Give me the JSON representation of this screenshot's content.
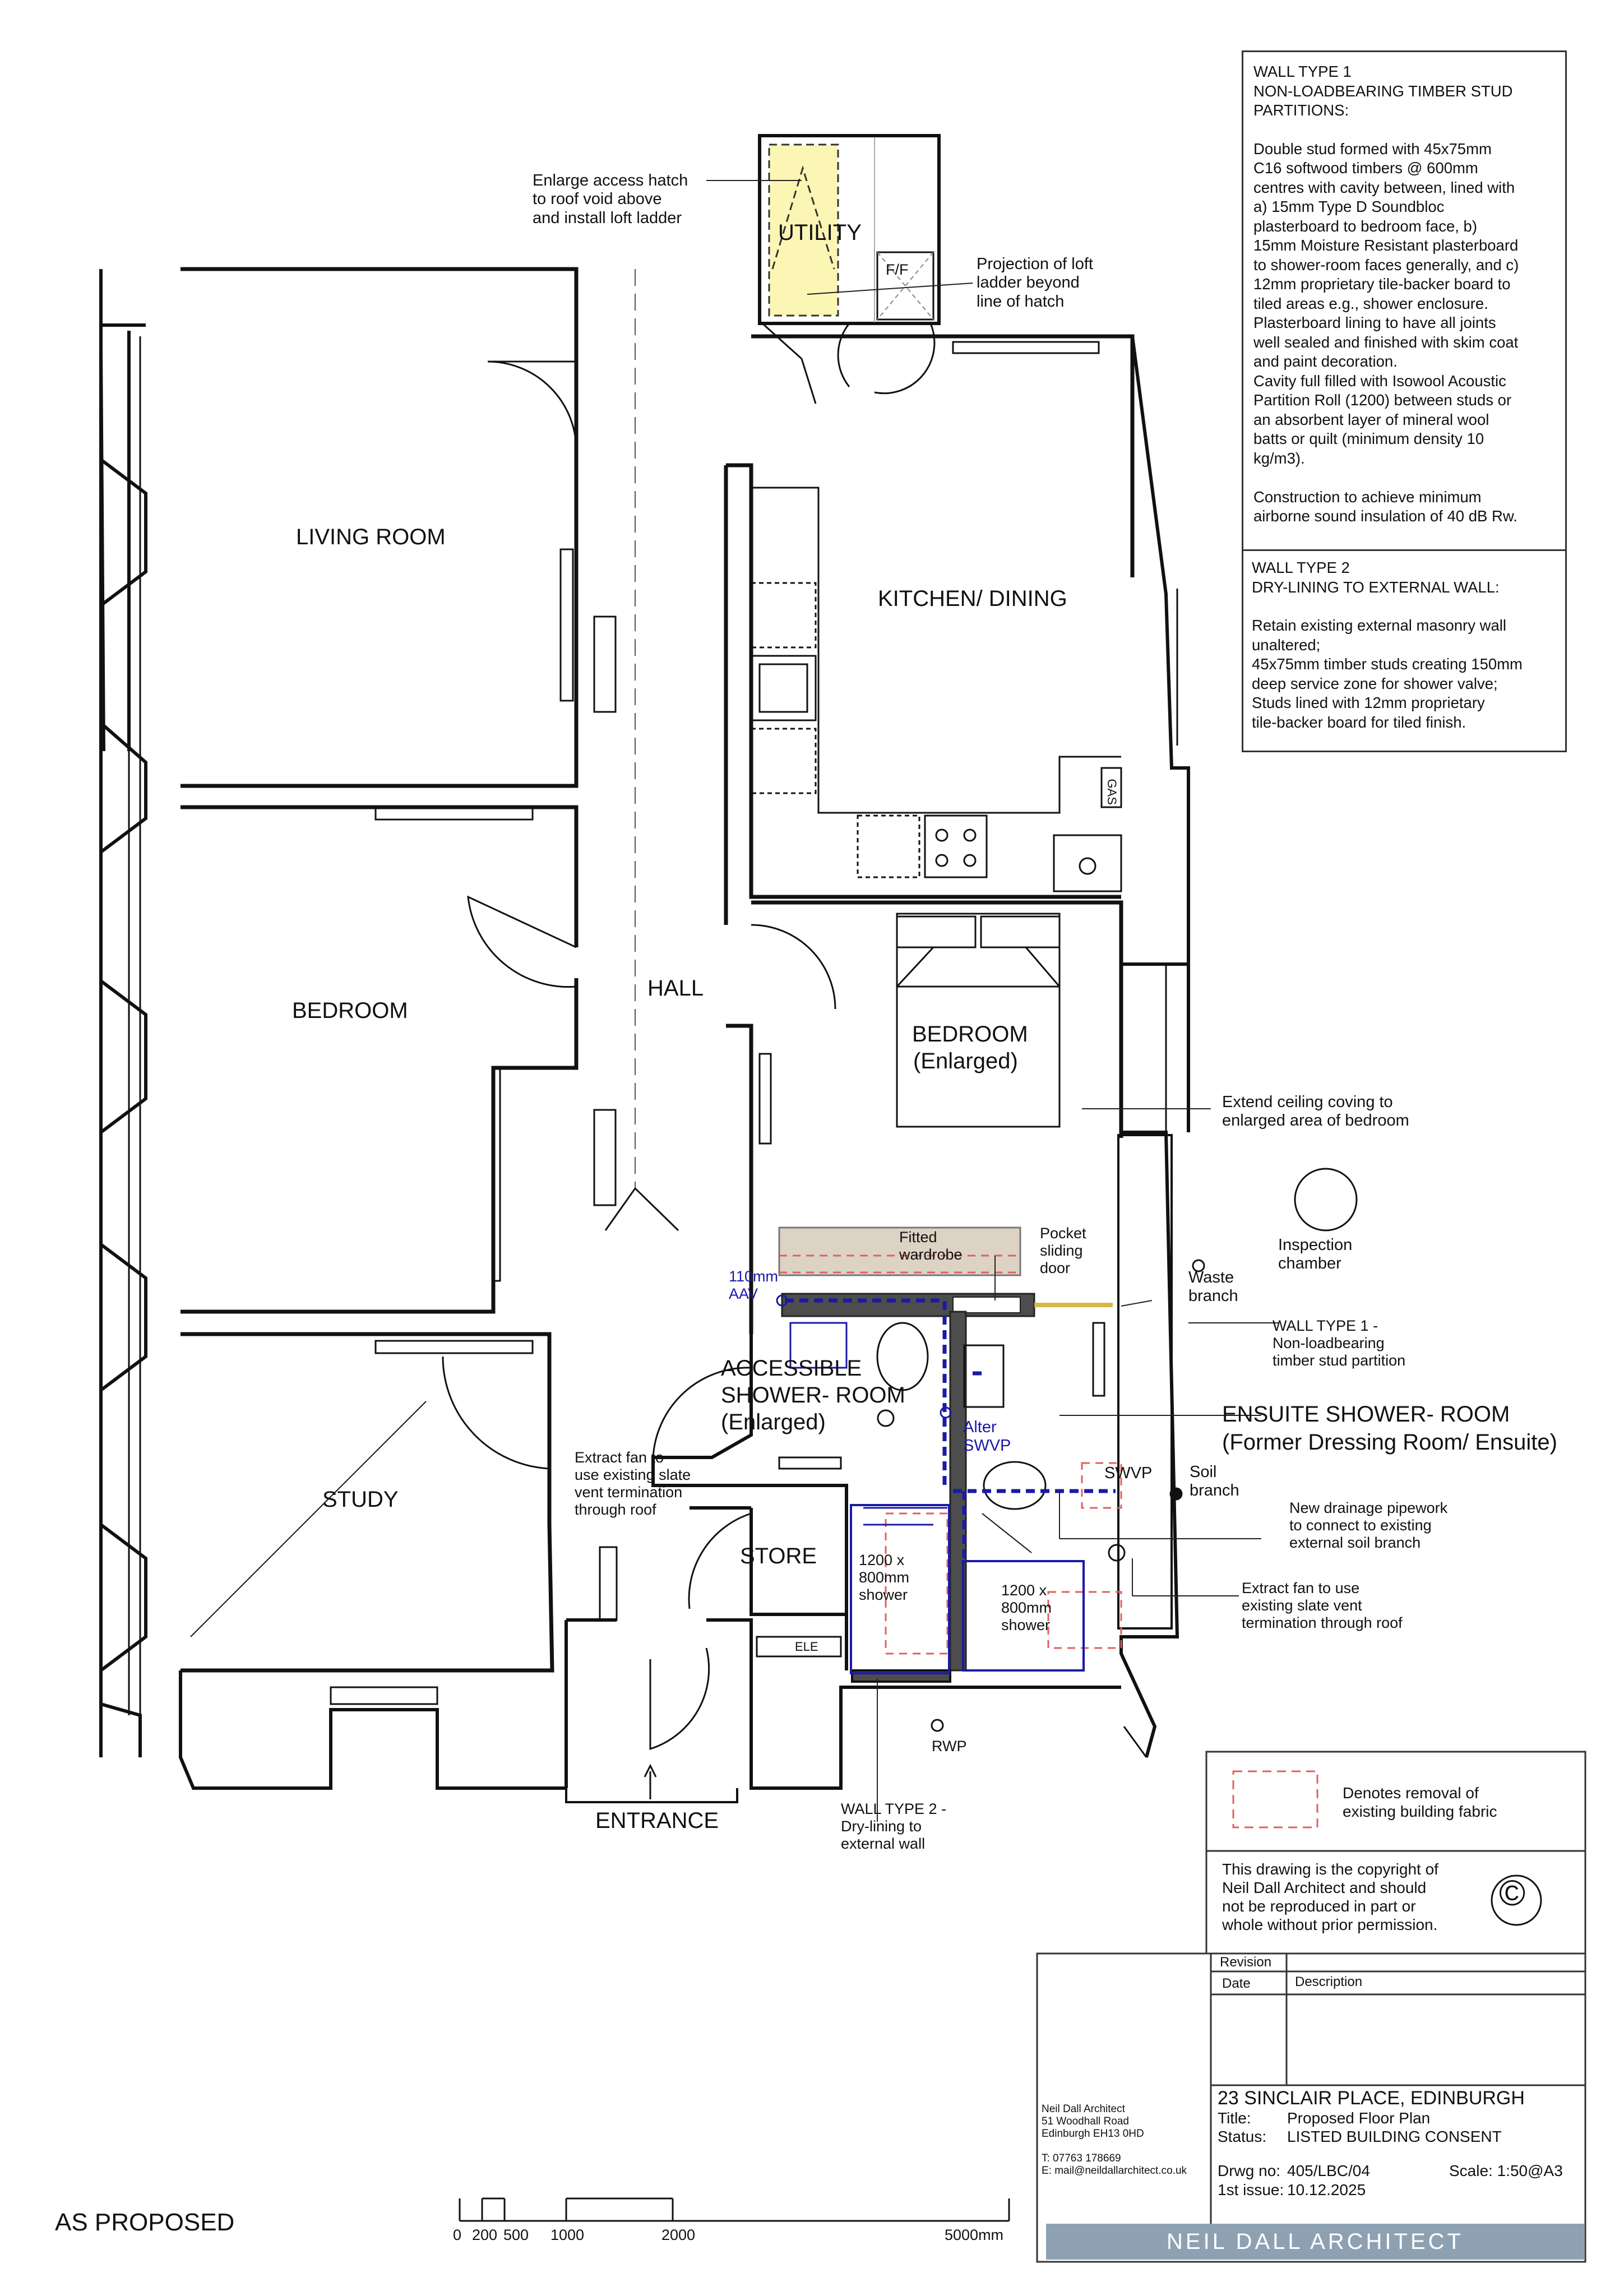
{
  "rooms": {
    "utility": "UTILITY",
    "ff": "F/F",
    "living_room": "LIVING ROOM",
    "kitchen_dining": "KITCHEN/ DINING",
    "hall": "HALL",
    "bedroom": "BEDROOM",
    "bedroom_enlarged_1": "BEDROOM",
    "bedroom_enlarged_2": "(Enlarged)",
    "study": "STUDY",
    "accessible_1": "ACCESSIBLE",
    "accessible_2": "SHOWER- ROOM",
    "accessible_3": "(Enlarged)",
    "ensuite_1": "ENSUITE SHOWER- ROOM",
    "ensuite_2": "(Former Dressing Room/ Ensuite)",
    "store": "STORE",
    "entrance": "ENTRANCE",
    "gas": "GAS",
    "ele": "ELE"
  },
  "annotations": {
    "hatch": [
      "Enlarge access hatch",
      "to roof void above",
      "and install loft ladder"
    ],
    "loft": [
      "Projection of loft",
      "ladder beyond",
      "line of hatch"
    ],
    "coving": [
      "Extend ceiling coving to",
      "enlarged area of bedroom"
    ],
    "inspection": [
      "Inspection",
      "chamber"
    ],
    "wardrobe": [
      "Fitted",
      "wardrobe"
    ],
    "pocket": [
      "Pocket",
      "sliding",
      "door"
    ],
    "waste": [
      "Waste",
      "branch"
    ],
    "aav": [
      "110mm",
      "AAV"
    ],
    "wall1": [
      "WALL TYPE 1 -",
      "Non-loadbearing",
      "timber stud partition"
    ],
    "alter": [
      "Alter",
      "SWVP"
    ],
    "swvp": "SWVP",
    "soil": [
      "Soil",
      "branch"
    ],
    "extract_left": [
      "Extract fan to",
      "use existing slate",
      "vent termination",
      "through roof"
    ],
    "drainage": [
      "New drainage pipework",
      "to connect to existing",
      "external soil branch"
    ],
    "extract_right": [
      "Extract fan to use",
      "existing slate vent",
      "termination through roof"
    ],
    "shower_left": [
      "1200 x",
      "800mm",
      "shower"
    ],
    "shower_right": [
      "1200 x",
      "800mm",
      "shower"
    ],
    "rwp": "RWP",
    "wall2": [
      "WALL TYPE 2 -",
      "Dry-lining to",
      "external wall"
    ]
  },
  "spec": {
    "wall1_title": "WALL TYPE 1\nNON-LOADBEARING TIMBER STUD\nPARTITIONS:",
    "wall1_body": "Double stud formed with 45x75mm\nC16 softwood timbers @ 600mm\ncentres with cavity between, lined with\na) 15mm Type D Soundbloc\nplasterboard to bedroom face, b)\n15mm Moisture Resistant plasterboard\nto shower-room faces generally, and c)\n12mm proprietary tile-backer board to\ntiled areas e.g., shower enclosure.\nPlasterboard lining to have all joints\nwell sealed and finished with skim coat\nand paint decoration.\nCavity full filled with Isowool Acoustic\nPartition Roll (1200) between studs or\nan absorbent layer of mineral wool\nbatts or quilt (minimum density 10\nkg/m3).\n\nConstruction to achieve minimum\nairborne sound insulation of 40 dB Rw.",
    "wall2_title": "WALL TYPE 2\nDRY-LINING TO EXTERNAL WALL:",
    "wall2_body": "Retain existing external masonry wall\nunaltered;\n45x75mm timber studs creating 150mm\ndeep service zone for shower valve;\nStuds lined with 12mm proprietary\ntile-backer board for tiled finish."
  },
  "legend": {
    "removal": "Denotes removal of\nexisting building fabric",
    "copyright": "This drawing is the copyright of\nNeil Dall Architect and should\nnot be reproduced in part or\nwhole without prior permission.",
    "copyright_symbol": "©"
  },
  "title_block": {
    "revision": "Revision",
    "date": "Date",
    "description": "Description",
    "address_lines": [
      "Neil Dall Architect",
      "51 Woodhall Road",
      "Edinburgh EH13 0HD",
      "",
      "T: 07763 178669",
      "E: mail@neildallarchitect.co.uk"
    ],
    "project": "23 SINCLAIR PLACE, EDINBURGH",
    "title_label": "Title:",
    "title_value": "Proposed Floor Plan",
    "status_label": "Status:",
    "status_value": "LISTED BUILDING CONSENT",
    "drwg_label": "Drwg no:",
    "drwg_value": "405/LBC/04",
    "issue_label": "1st issue:",
    "issue_value": "10.12.2025",
    "scale": "Scale: 1:50@A3",
    "brand": "NEIL DALL ARCHITECT"
  },
  "footer": {
    "as_proposed": "AS PROPOSED",
    "scale_labels": [
      "0",
      "200",
      "500",
      "1000",
      "2000",
      "5000mm"
    ]
  },
  "colors": {
    "wall": "#111111",
    "drainage": "#1a1aa6",
    "removal": "#e06060",
    "wardrobe": "#ddd3c5",
    "hatch": "#fbf6b3",
    "new_wall": "#4d4d4d",
    "brand_bar": "#8ea1b3"
  }
}
